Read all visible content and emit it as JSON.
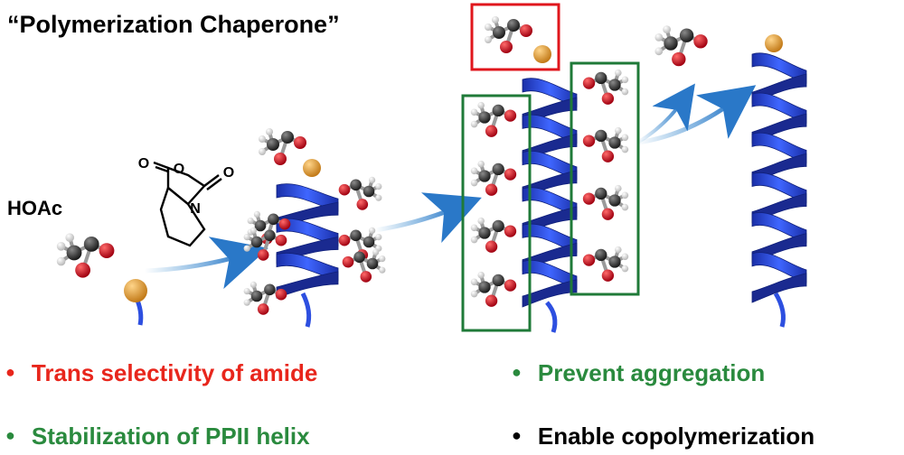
{
  "title": "“Polymerization Chaperone”",
  "reagent_label": "HOAc",
  "bullets": [
    {
      "text": "Trans selectivity of amide",
      "color": "#e8261c"
    },
    {
      "text": "Stabilization of PPII helix",
      "color": "#2a8a3e"
    },
    {
      "text": "Prevent aggregation",
      "color": "#2a8a3e"
    },
    {
      "text": "Enable copolymerization",
      "color": "#000000"
    }
  ],
  "atoms": {
    "carbon": "#2b2b2b",
    "oxygen": "#d0101a",
    "hydrogen": "#f2f2f2",
    "sulfur": "#e8a53a"
  },
  "colors": {
    "helix": "#2d4fe0",
    "arrow": "#3a8fd0",
    "highlight_red": "#e0161c",
    "highlight_green": "#1f7a38"
  },
  "monomer": {
    "atoms": [
      "O",
      "O",
      "O",
      "N"
    ]
  }
}
